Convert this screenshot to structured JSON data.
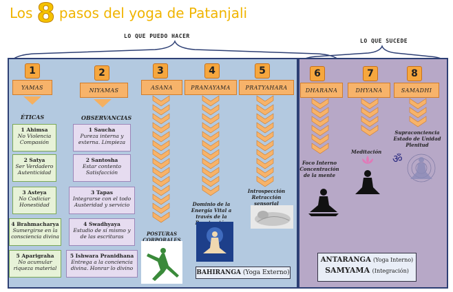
{
  "title": {
    "pre": "Los",
    "number": "8",
    "post": "pasos del yoga de Patanjali"
  },
  "headers": {
    "left": "LO QUE PUEDO HACER",
    "right": "LO QUE SUCEDE"
  },
  "steps": [
    {
      "num": "1",
      "name": "YAMAS"
    },
    {
      "num": "2",
      "name": "NIYAMAS"
    },
    {
      "num": "3",
      "name": "ASANA"
    },
    {
      "num": "4",
      "name": "PRANAYAMA"
    },
    {
      "num": "5",
      "name": "PRATYAHARA"
    },
    {
      "num": "6",
      "name": "DHARANA"
    },
    {
      "num": "7",
      "name": "DHYANA"
    },
    {
      "num": "8",
      "name": "SAMADHI"
    }
  ],
  "yamas": {
    "heading": "ÉTICAS",
    "items": [
      {
        "name": "1 Ahimsa",
        "desc": "No Violencia Compasión"
      },
      {
        "name": "2 Satya",
        "desc": "Ser Verdadero Autenticidad"
      },
      {
        "name": "3 Asteya",
        "desc": "No Codiciar Honestidad"
      },
      {
        "name": "4 Brahmacharya",
        "desc": "Sumergirse en la consciencia divina"
      },
      {
        "name": "5 Aparigraha",
        "desc": "No acumular riqueza material"
      }
    ]
  },
  "niyamas": {
    "heading": "OBSERVANCIAS",
    "items": [
      {
        "name": "1 Saucha",
        "desc": "Pureza interna y externa. Limpieza"
      },
      {
        "name": "2 Santosha",
        "desc": "Estar contento Satisfacción"
      },
      {
        "name": "3 Tapas",
        "desc": "Integrarse con el todo Austeridad y servicio"
      },
      {
        "name": "4 Swadhyaya",
        "desc": "Estudio de sí mismo y de las escrituras"
      },
      {
        "name": "5 Ishwara Pranidhana",
        "desc": "Entrega a la conciencia divina. Honrar lo divino"
      }
    ]
  },
  "captions": {
    "asana": "POSTURAS CORPORALES",
    "pranayama": "Dominio de la Energía Vital a través de la Respiración",
    "pratyahara": "Introspección Retracción sensorial",
    "dharana": "Foco Interno Concentración de la mente",
    "dhyana": "Meditación",
    "samadhi": "Supraconciencia Estado de Unidad Plenitud"
  },
  "bottom": {
    "bahiranga": "BAHIRANGA",
    "bahiranga_sub": "(Yoga Externo)",
    "antaranga": "ANTARANGA",
    "antaranga_sub": "(Yoga Interno)",
    "samyama": "SAMYAMA",
    "samyama_sub": "(Integración)"
  },
  "icons": {
    "om": "om-symbol-icon",
    "lotus": "lotus-icon"
  },
  "colors": {
    "title": "#f0b400",
    "panel_left": "#b3c9e0",
    "panel_right": "#b7a8c7",
    "step": "#f7b36a",
    "border": "#2d3f74"
  }
}
